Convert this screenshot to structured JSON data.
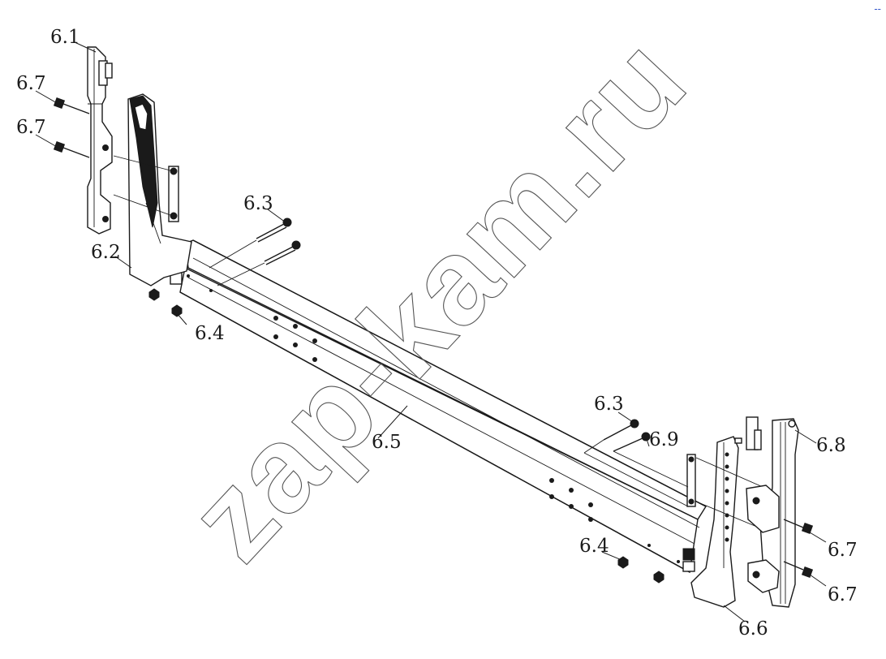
{
  "watermark": "zap-kam.ru",
  "corner_mark": "--",
  "callouts": {
    "c61": "6.1",
    "c67a": "6.7",
    "c67b": "6.7",
    "c62": "6.2",
    "c63a": "6.3",
    "c64a": "6.4",
    "c65": "6.5",
    "c63b": "6.3",
    "c69": "6.9",
    "c68": "6.8",
    "c67c": "6.7",
    "c64b": "6.4",
    "c67d": "6.7",
    "c66": "6.6"
  }
}
